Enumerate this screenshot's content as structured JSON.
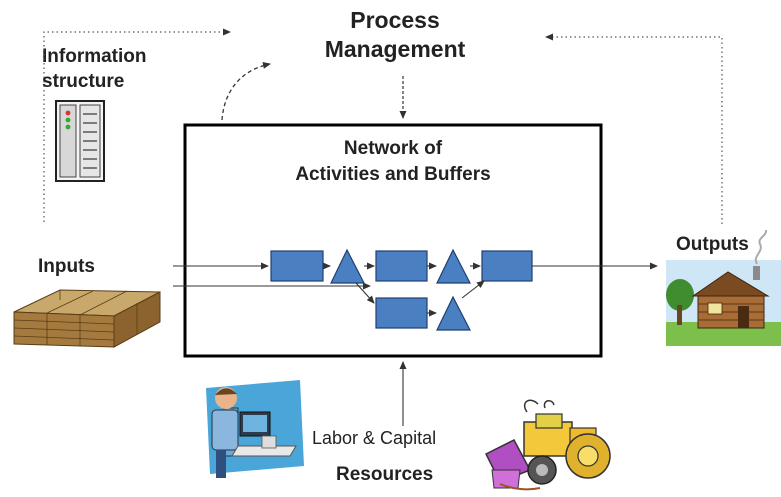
{
  "title": {
    "line1": "Process",
    "line2": "Management"
  },
  "information_structure": {
    "line1": "Information",
    "line2": "structure"
  },
  "network": {
    "line1": "Network of",
    "line2": "Activities and Buffers"
  },
  "inputs_label": "Inputs",
  "outputs_label": "Outputs",
  "resources": {
    "detail": "Labor & Capital",
    "label": "Resources"
  },
  "colors": {
    "activity_fill": "#4a7fc1",
    "activity_stroke": "#1f3f72",
    "box_stroke": "#000000",
    "arrow": "#333333"
  },
  "icons": {
    "information": "server-icon",
    "inputs": "lumber-stack-icon",
    "outputs": "log-cabin-icon",
    "labor": "worker-at-computer-icon",
    "capital": "bulldozer-icon"
  }
}
